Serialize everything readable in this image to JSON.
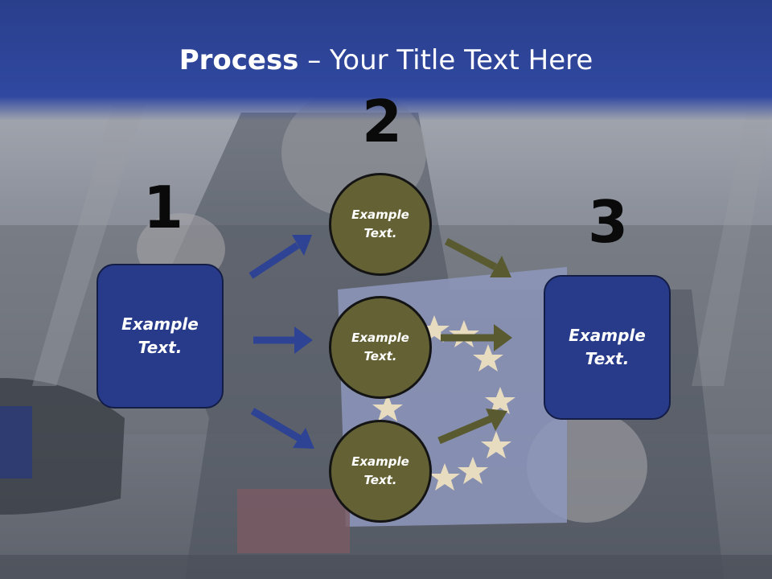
{
  "slide": {
    "title_bold": "Process",
    "title_rest": " – Your Title Text Here"
  },
  "steps": {
    "one": "1",
    "two": "2",
    "three": "3"
  },
  "left_box": {
    "text_line1": "Example",
    "text_line2": "Text."
  },
  "right_box": {
    "text_line1": "Example",
    "text_line2": "Text."
  },
  "circles": [
    {
      "line1": "Example",
      "line2": "Text."
    },
    {
      "line1": "Example",
      "line2": "Text."
    },
    {
      "line1": "Example",
      "line2": "Text."
    }
  ],
  "colors": {
    "title_bar": "#3048a0",
    "box_fill": "#283b8a",
    "circle_fill": "#646235",
    "arrow_blue": "#2e4394",
    "arrow_olive": "#5a5a30"
  }
}
